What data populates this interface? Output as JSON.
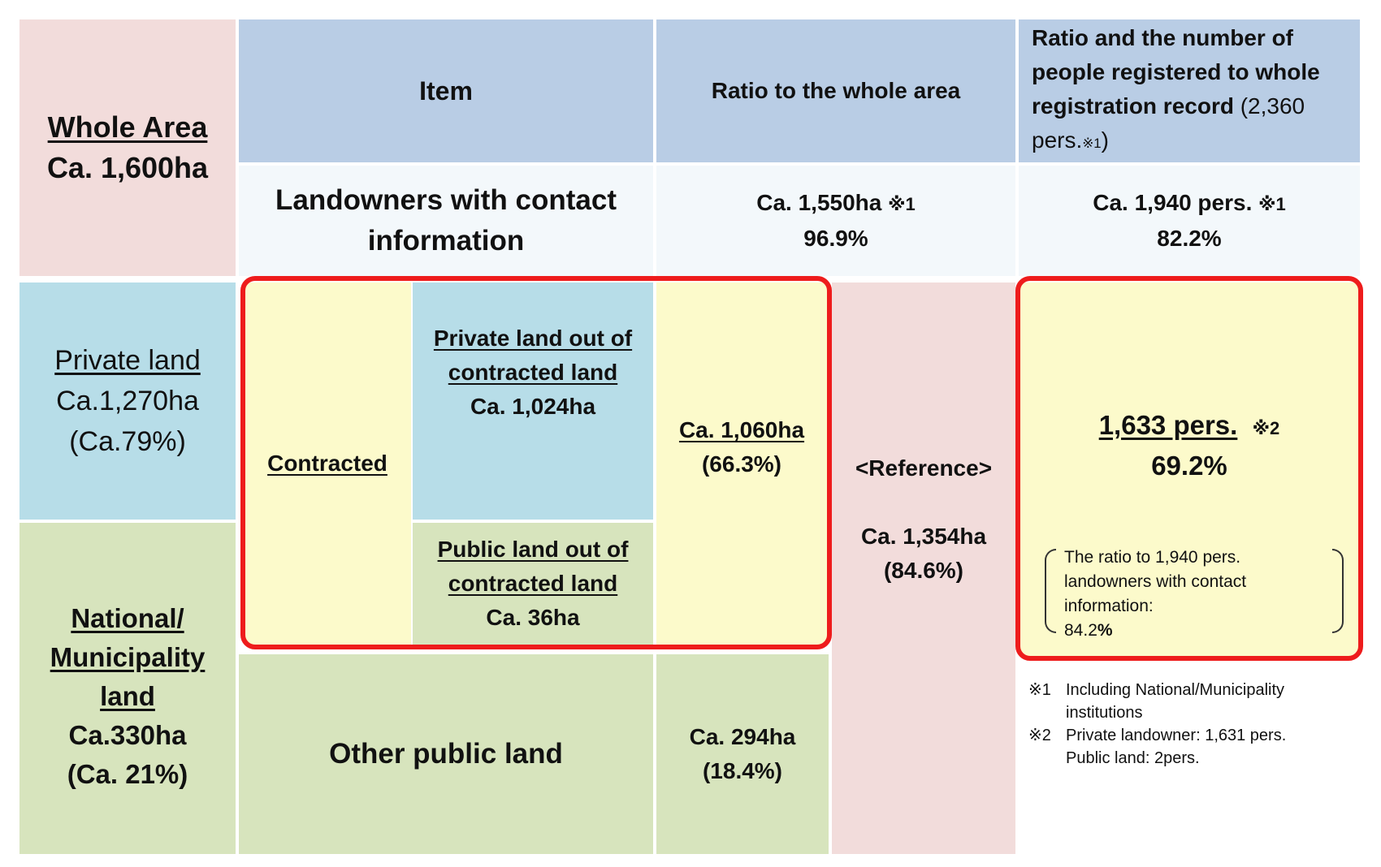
{
  "header": {
    "whole_area_title": "Whole Area",
    "whole_area_value": "Ca. 1,600ha",
    "item": "Item",
    "ratio_area": "Ratio to the whole area",
    "ratio_people_main": "Ratio and the number of people registered to whole registration record",
    "ratio_people_count": "(2,360 pers.",
    "ratio_people_mark": "※1",
    "ratio_people_close": ")"
  },
  "contact_row": {
    "label_line1": "Landowners with contact",
    "label_line2": "information",
    "area_value": "Ca. 1,550ha",
    "area_mark": "※1",
    "area_ratio": "96.9%",
    "people_value": "Ca. 1,940 pers.",
    "people_mark": "※1",
    "people_ratio": "82.2%"
  },
  "private_land": {
    "title": "Private land",
    "value": "Ca.1,270ha",
    "ratio": "(Ca.79%)"
  },
  "national_land": {
    "line1": "National/",
    "line2": "Municipality",
    "line3": "land",
    "value": "Ca.330ha",
    "ratio": "(Ca. 21%)"
  },
  "contracted": {
    "label": "Contracted",
    "private_line1": "Private land out of",
    "private_line2": "contracted land",
    "private_value": "Ca. 1,024ha",
    "public_line1": "Public land out of",
    "public_line2": "contracted land",
    "public_value": "Ca. 36ha",
    "total_value": "Ca. 1,060ha",
    "total_ratio": "(66.3%)"
  },
  "reference": {
    "label": "<Reference>",
    "value": "Ca. 1,354ha",
    "ratio": "(84.6%)"
  },
  "other_public": {
    "label": "Other public land",
    "value": "Ca. 294ha",
    "ratio": "(18.4%)"
  },
  "registered": {
    "value": "1,633 pers.",
    "mark": "※2",
    "ratio": "69.2%",
    "note_line1": "The ratio to 1,940 pers.",
    "note_line2": "landowners with contact",
    "note_line3": "information:",
    "note_value": "84.2",
    "note_percent": "%"
  },
  "footnotes": {
    "n1_mark": "※1",
    "n1_line1": "Including National/Municipality",
    "n1_line2": "institutions",
    "n2_mark": "※2",
    "n2_line1": "Private landowner: 1,631 pers.",
    "n2_line2": "Public land: 2pers."
  },
  "colors": {
    "pink": "#f2dcdb",
    "blue": "#b9cde5",
    "sky": "#b7dde8",
    "green": "#d7e4bd",
    "yellow": "#fcfacb",
    "highlight_border": "#ee1c1c"
  }
}
